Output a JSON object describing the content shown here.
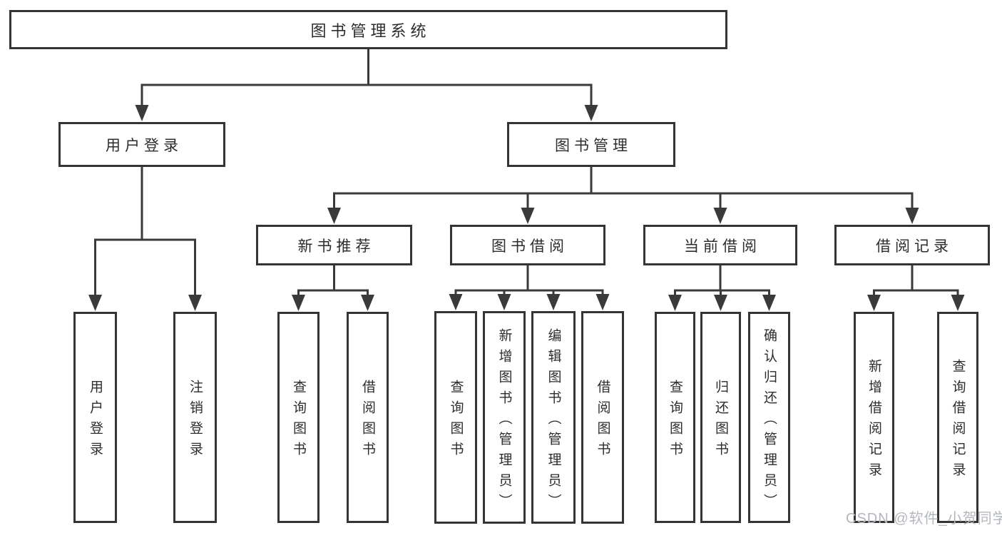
{
  "diagram": {
    "type": "hierarchy-tree",
    "tree": {
      "id": "root",
      "label": "图书管理系统",
      "children": [
        {
          "id": "user-login",
          "label": "用户登录",
          "children": [
            {
              "id": "login",
              "label": "用户登录"
            },
            {
              "id": "logout",
              "label": "注销登录"
            }
          ]
        },
        {
          "id": "book-management",
          "label": "图书管理",
          "children": [
            {
              "id": "new-book-recommend",
              "label": "新书推荐",
              "children": [
                {
                  "id": "nbr-query-books",
                  "label": "查询图书"
                },
                {
                  "id": "nbr-borrow-books",
                  "label": "借阅图书"
                }
              ]
            },
            {
              "id": "book-borrowing",
              "label": "图书借阅",
              "children": [
                {
                  "id": "bb-query-books",
                  "label": "查询图书"
                },
                {
                  "id": "bb-add-books",
                  "label": "新增图书（管理员）"
                },
                {
                  "id": "bb-edit-books",
                  "label": "编辑图书（管理员）"
                },
                {
                  "id": "bb-borrow-books",
                  "label": "借阅图书"
                }
              ]
            },
            {
              "id": "current-borrowing",
              "label": "当前借阅",
              "children": [
                {
                  "id": "cb-query-books",
                  "label": "查询图书"
                },
                {
                  "id": "cb-return-books",
                  "label": "归还图书"
                },
                {
                  "id": "cb-confirm-return",
                  "label": "确认归还（管理员）"
                }
              ]
            },
            {
              "id": "borrow-records",
              "label": "借阅记录",
              "children": [
                {
                  "id": "br-add-record",
                  "label": "新增借阅记录"
                },
                {
                  "id": "br-query-record",
                  "label": "查询借阅记录"
                }
              ]
            }
          ]
        }
      ]
    }
  },
  "watermark": "CSDN @软件_小贺同学",
  "colors": {
    "line": "#3a3a3a",
    "box_border": "#343434",
    "text": "#2d2d2d",
    "watermark": "#b3b7bd"
  }
}
